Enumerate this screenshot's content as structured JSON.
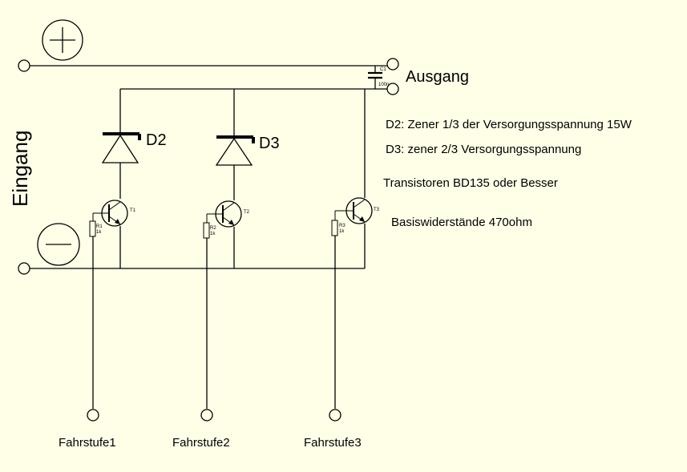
{
  "labels": {
    "input": "Eingang",
    "output": "Ausgang",
    "diode_d2": "D2",
    "diode_d3": "D3",
    "capacitor_ref": "C1",
    "capacitor_value": "100n",
    "transistors": [
      "T1",
      "T2",
      "T3"
    ],
    "resistor_refs": [
      "R1",
      "R2",
      "R3"
    ],
    "resistor_value": "1k",
    "outputs": [
      "Fahrstufe1",
      "Fahrstufe2",
      "Fahrstufe3"
    ]
  },
  "notes": [
    "D2: Zener 1/3 der Versorgungsspannung 15W",
    "D3: zener 2/3 Versorgungsspannung",
    "Transistoren BD135 oder Besser",
    "Basiswiderstände 470ohm"
  ],
  "symbols": {
    "plus": "plus-symbol",
    "minus": "minus-symbol"
  }
}
